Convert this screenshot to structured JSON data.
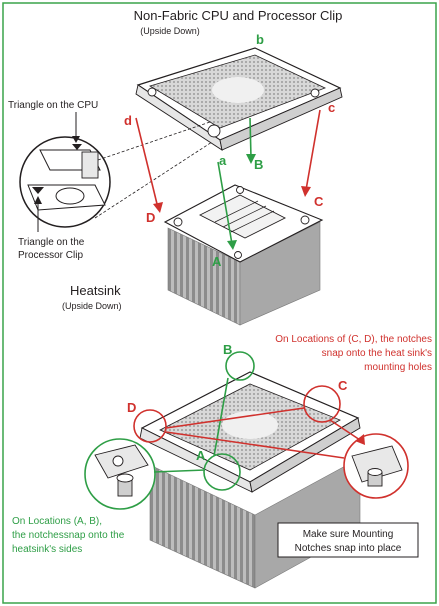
{
  "title": "Non-Fabric CPU and Processor Clip",
  "subtitle": "(Upside Down)",
  "labels": {
    "triangle_cpu": "Triangle on the CPU",
    "triangle_clip_1": "Triangle on the",
    "triangle_clip_2": "Processor Clip",
    "heatsink": "Heatsink",
    "heatsink_sub": "(Upside Down)",
    "note_red_1": "On Locations of (C, D), the notches",
    "note_red_2": "snap onto the heat sink's",
    "note_red_3": "mounting holes",
    "note_green_1": "On Locations (A, B),",
    "note_green_2": "the notchessnap onto the",
    "note_green_3": "heatsink's sides",
    "box_1": "Make sure Mounting",
    "box_2": "Notches snap into place"
  },
  "letters": {
    "top_b": "b",
    "top_a": "a",
    "top_c": "c",
    "top_d": "d",
    "top_A": "A",
    "top_B": "B",
    "top_C": "C",
    "top_D": "D",
    "bot_A": "A",
    "bot_B": "B",
    "bot_C": "C",
    "bot_D": "D"
  },
  "colors": {
    "red": "#d0312d",
    "green": "#2e9e46",
    "border": "#3aa34a",
    "ink": "#231f20",
    "gray": "#9a9a9a"
  }
}
